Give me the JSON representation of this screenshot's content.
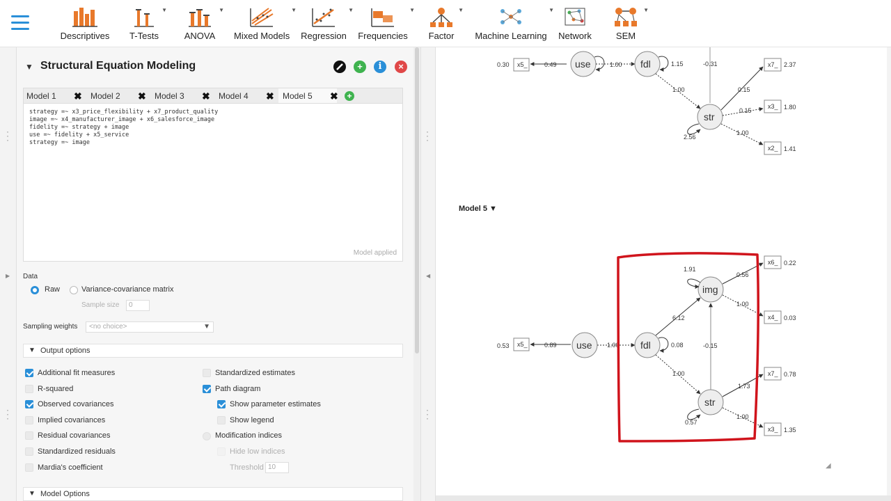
{
  "toolbar": {
    "items": [
      {
        "label": "Descriptives",
        "icon": "descriptives-icon",
        "caret": false
      },
      {
        "label": "T-Tests",
        "icon": "t-tests-icon",
        "caret": true
      },
      {
        "label": "ANOVA",
        "icon": "anova-icon",
        "caret": true
      },
      {
        "label": "Mixed Models",
        "icon": "mixed-models-icon",
        "caret": true
      },
      {
        "label": "Regression",
        "icon": "regression-icon",
        "caret": true
      },
      {
        "label": "Frequencies",
        "icon": "frequencies-icon",
        "caret": true
      },
      {
        "label": "Factor",
        "icon": "factor-icon",
        "caret": true
      },
      {
        "label": "Machine Learning",
        "icon": "machine-learning-icon",
        "caret": true
      },
      {
        "label": "Network",
        "icon": "network-icon",
        "caret": false
      },
      {
        "label": "SEM",
        "icon": "sem-icon",
        "caret": true
      }
    ]
  },
  "panel": {
    "title": "Structural Equation Modeling",
    "tabs": [
      {
        "label": "Model 1"
      },
      {
        "label": "Model 2"
      },
      {
        "label": "Model 3"
      },
      {
        "label": "Model 4"
      },
      {
        "label": "Model 5",
        "active": true
      }
    ],
    "close_glyph": "✖",
    "syntax": "strategy =~ x3_price_flexibility + x7_product_quality\nimage =~ x4_manufacturer_image + x6_salesforce_image\nfidelity =~ strategy + image\nuse =~ fidelity + x5_service\nstrategy =~ image",
    "syntax_status": "Model applied",
    "data_label": "Data",
    "data_options": [
      {
        "label": "Raw",
        "selected": true
      },
      {
        "label": "Variance-covariance matrix",
        "selected": false
      }
    ],
    "sample_size_label": "Sample size",
    "sample_size_value": "0",
    "sampling_weights_label": "Sampling weights",
    "sampling_weights_value": "<no choice>",
    "output_options_label": "Output options",
    "model_options_label": "Model Options",
    "left_options": [
      {
        "label": "Additional fit measures",
        "checked": true
      },
      {
        "label": "R-squared",
        "checked": false
      },
      {
        "label": "Observed covariances",
        "checked": true
      },
      {
        "label": "Implied covariances",
        "checked": false
      },
      {
        "label": "Residual covariances",
        "checked": false
      },
      {
        "label": "Standardized residuals",
        "checked": false
      },
      {
        "label": "Mardia's coefficient",
        "checked": false
      }
    ],
    "right_options": [
      {
        "label": "Standardized estimates",
        "checked": false
      },
      {
        "label": "Path diagram",
        "checked": true
      },
      {
        "label": "Show parameter estimates",
        "checked": true,
        "indent": true
      },
      {
        "label": "Show legend",
        "checked": false,
        "indent": true
      },
      {
        "label": "Modification indices",
        "checked": false,
        "radio": true
      },
      {
        "label": "Hide low indices",
        "checked": false,
        "indent": true,
        "disabled": true
      }
    ],
    "threshold_label": "Threshold",
    "threshold_value": "10"
  },
  "output": {
    "model5_label": "Model 5 ▼",
    "top_diagram": {
      "nodes": {
        "use": "use",
        "fdl": "fdl",
        "str": "str",
        "x5": "x5_",
        "x7": "x7_",
        "x3": "x3_",
        "x2": "x2_"
      },
      "values": {
        "x5_var": "0.30",
        "use_x5": "0.49",
        "use_fdl": "1.00",
        "fdl_self": "1.15",
        "fdl_str": "1.00",
        "top_line": "-0.31",
        "str_x7": "0.15",
        "str_x3": "0.15",
        "str_x2": "1.00",
        "str_self": "2.56",
        "x7_var": "2.37",
        "x3_var": "1.80",
        "x2_var": "1.41"
      }
    },
    "bottom_diagram": {
      "nodes": {
        "use": "use",
        "fdl": "fdl",
        "img": "img",
        "str": "str",
        "x5": "x5_",
        "x6": "x6_",
        "x4": "x4_",
        "x7": "x7_",
        "x3": "x3_"
      },
      "values": {
        "x5_var": "0.53",
        "use_x5": "0.89",
        "use_fdl": "1.00",
        "fdl_self": "0.08",
        "fdl_img": "6.12",
        "fdl_str": "1.00",
        "img_self": "1.91",
        "str_img": "-0.15",
        "img_x6": "0.56",
        "img_x4": "1.00",
        "str_x7": "1.73",
        "str_x3": "1.00",
        "str_self": "0.57",
        "x6_var": "0.22",
        "x4_var": "0.03",
        "x7_var": "0.78",
        "x3_var": "1.35"
      }
    },
    "annotation_color": "#d0141c"
  },
  "colors": {
    "accent": "#2a8fd8",
    "close_red": "#e04848",
    "add_green": "#3fb34f",
    "info_blue": "#2a8fd8"
  }
}
